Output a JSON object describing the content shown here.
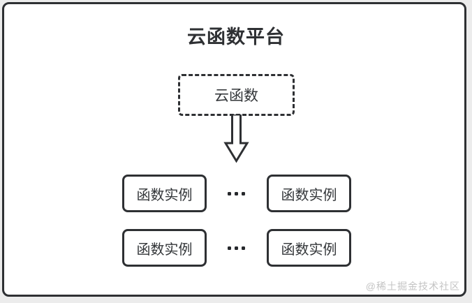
{
  "colors": {
    "page_background": "#ececec",
    "ink": "#2e3033",
    "surface": "#ffffff",
    "watermark": "#c4c4c4"
  },
  "diagram": {
    "title": "云函数平台",
    "source_box": {
      "label": "云函数"
    },
    "instances": [
      "函数实例",
      "函数实例",
      "函数实例",
      "函数实例"
    ],
    "watermark": "@稀土掘金技术社区"
  }
}
